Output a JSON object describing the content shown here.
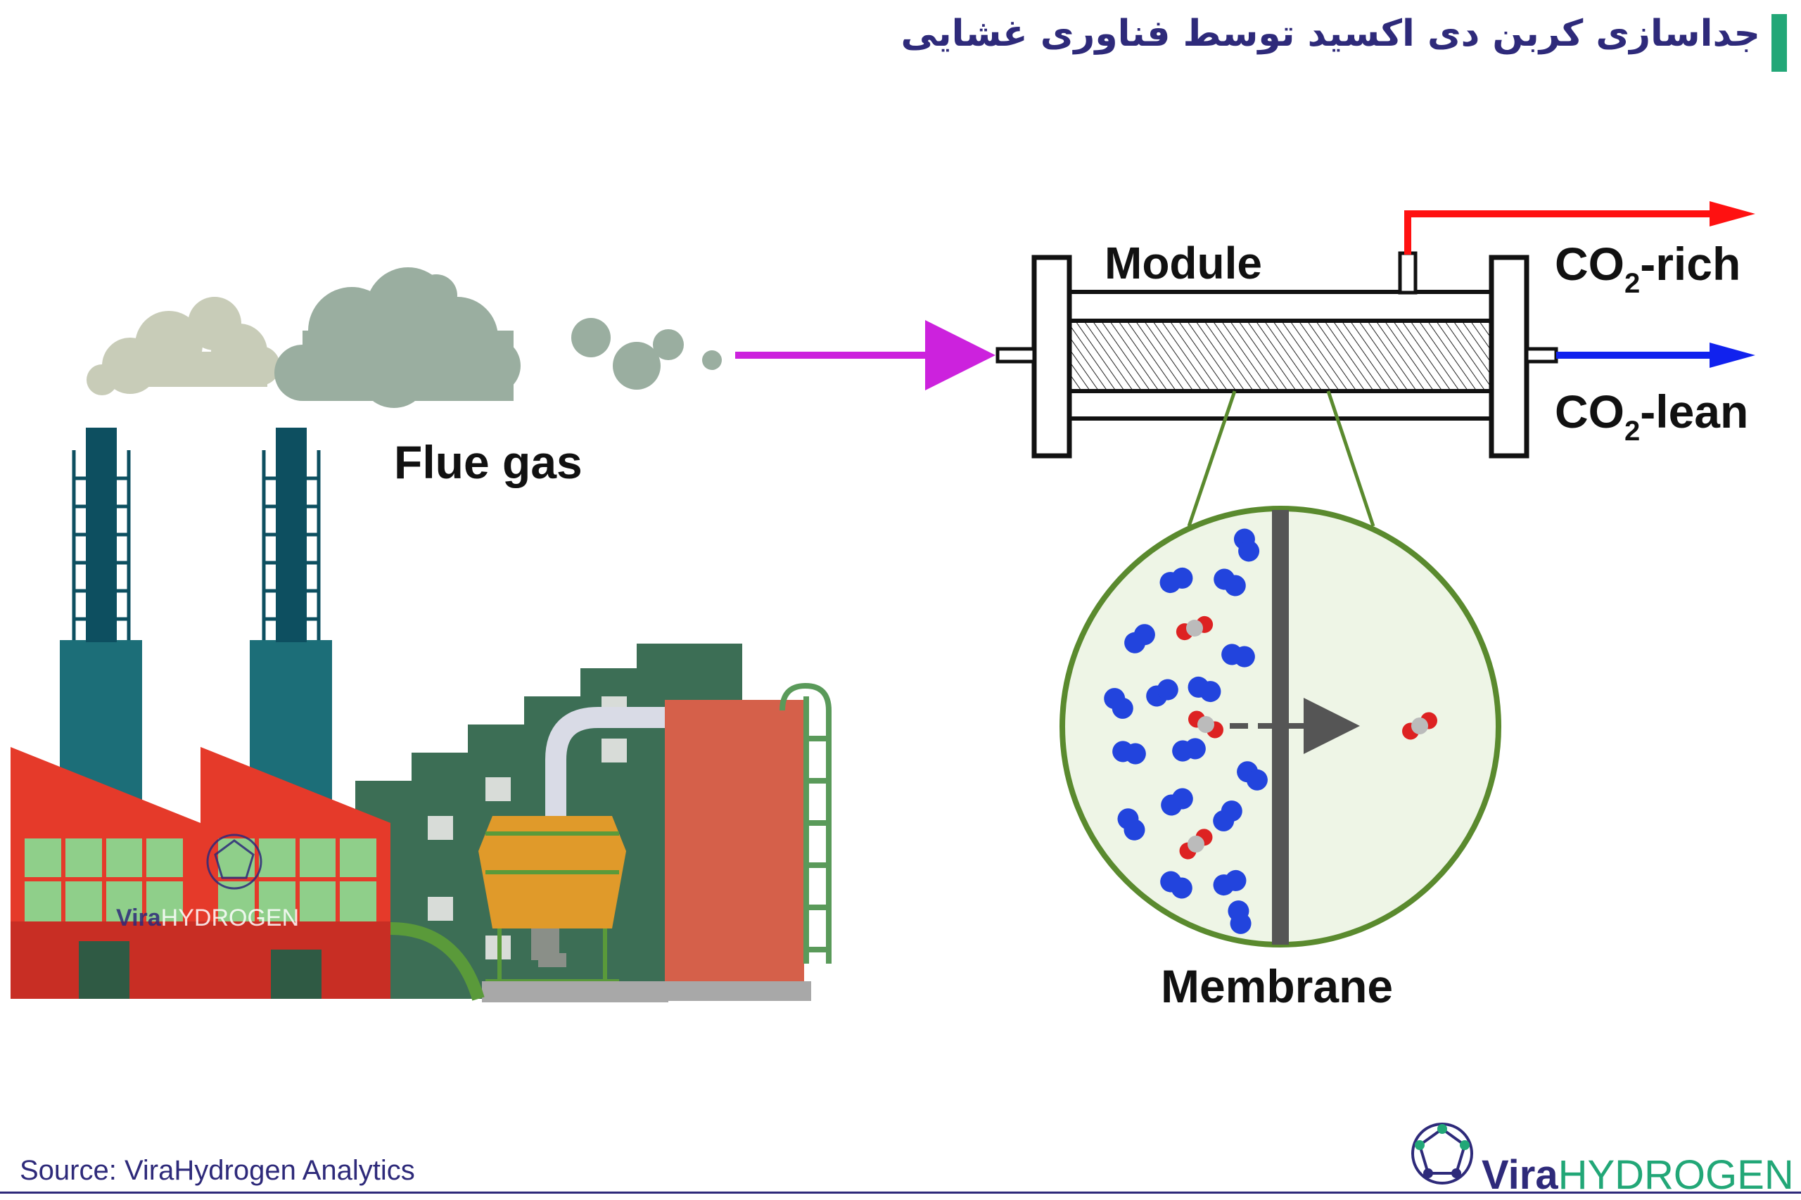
{
  "slide_title": "جداسازی کربن دی اکسید توسط فناوری غشایی",
  "source": "Source: ViraHydrogen Analytics",
  "brand": {
    "vira": "Vira",
    "hydrogen": "HYDROGEN"
  },
  "diagram": {
    "flue_gas_label": "Flue gas",
    "module_label": "Module",
    "membrane_label": "Membrane",
    "outputs": {
      "rich": {
        "prefix": "CO",
        "subscript": "2",
        "suffix": "-rich"
      },
      "lean": {
        "prefix": "CO",
        "subscript": "2",
        "suffix": "-lean"
      }
    }
  },
  "colors": {
    "title": "#2e2a7a",
    "accent_bar": "#22a777",
    "flue_gas_arrow": "#cc22dd",
    "co2_rich_arrow": "#ff1111",
    "co2_lean_arrow": "#1122ee",
    "membrane_circle": "#5a8a2e",
    "n2_molecule": "#2244dd",
    "co2_molecule": "#dd2222"
  }
}
